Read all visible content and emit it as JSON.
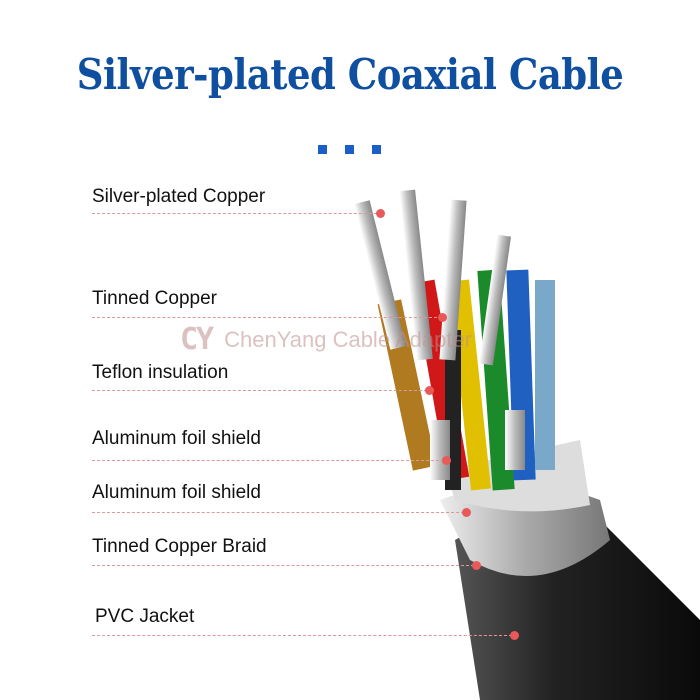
{
  "title": "Silver-plated Coaxial Cable",
  "layers": [
    {
      "label": "Silver-plated Copper"
    },
    {
      "label": "Tinned Copper"
    },
    {
      "label": "Teflon insulation"
    },
    {
      "label": "Aluminum foil shield"
    },
    {
      "label": "Aluminum foil shield"
    },
    {
      "label": "Tinned Copper Braid"
    },
    {
      "label": "PVC Jacket"
    }
  ],
  "watermark": {
    "logo": "CY",
    "text": "ChenYang Cable Adapter"
  },
  "colors": {
    "title": "#0f4fa0",
    "accent_dots": "#1a5fc8",
    "leader": "#e85a5a"
  }
}
